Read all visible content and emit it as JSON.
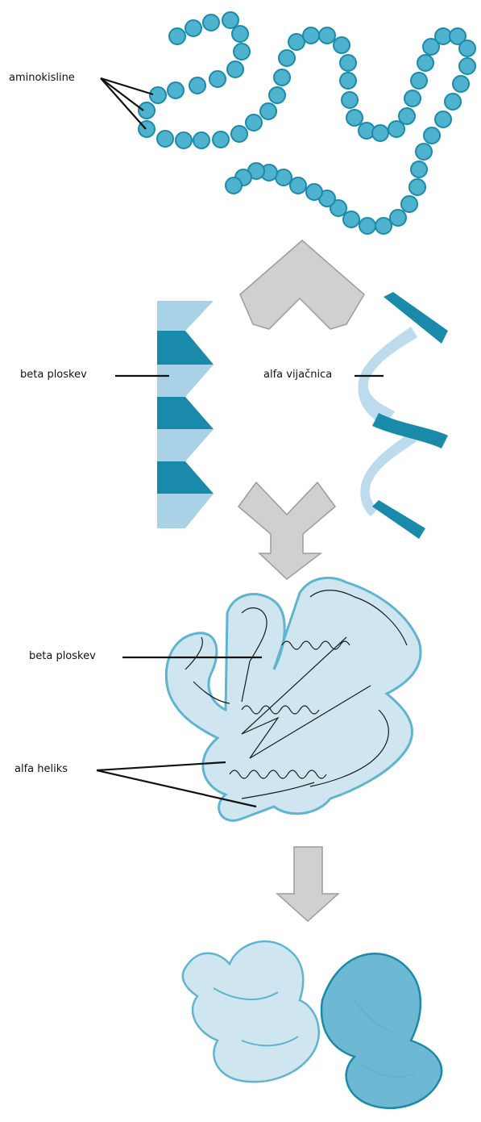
{
  "labels": {
    "aminokisline": "aminokisline",
    "beta_ploskev_1": "beta ploskev",
    "alfa_vijacnica": "alfa vijačnica",
    "beta_ploskev_2": "beta ploskev",
    "alfa_heliks": "alfa heliks"
  },
  "colors": {
    "bead_fill": "#4fb3cf",
    "bead_stroke": "#1a8aab",
    "dark_teal": "#1a8aab",
    "light_blue": "#a9d2e6",
    "ribbon_fill": "#cfe6f1",
    "ribbon_stroke": "#5fb4cf",
    "ribbon_dark": "#6db9d3",
    "arrow_fill": "#d0d0d0",
    "arrow_stroke": "#9c9c9c",
    "leader": "#111111"
  }
}
